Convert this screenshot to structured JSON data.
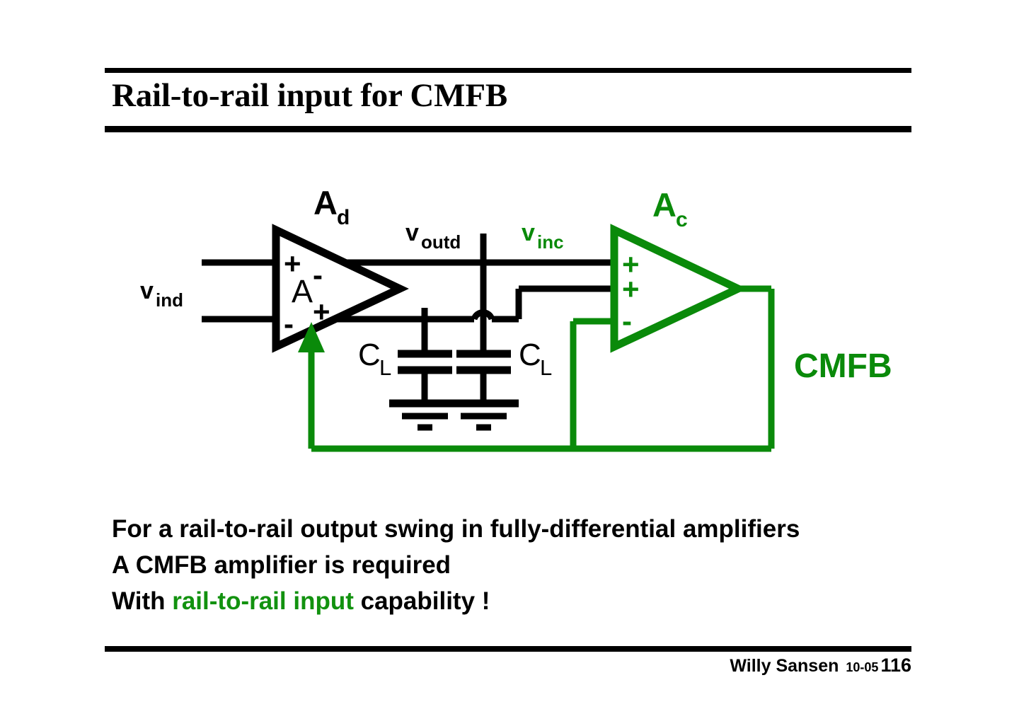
{
  "slide": {
    "title": "Rail-to-rail input for CMFB",
    "background_color": "#ffffff",
    "accent_green": "#0a8a0a",
    "text_green": "#12920f",
    "line_black": "#000000"
  },
  "diagram": {
    "name": "cmfb-amplifier-circuit",
    "labels": {
      "amp_diff_gain": {
        "base": "A",
        "sub": "d"
      },
      "amp_diff_symbol": "A",
      "amp_cm_gain": {
        "base": "A",
        "sub": "c"
      },
      "v_ind": {
        "base": "v",
        "sub": "ind"
      },
      "v_outd": {
        "base": "v",
        "sub": "outd"
      },
      "v_inc": {
        "base": "v",
        "sub": "inc"
      },
      "cap_left": {
        "base": "C",
        "sub": "L"
      },
      "cap_right": {
        "base": "C",
        "sub": "L"
      },
      "cmfb": "CMFB"
    },
    "signs": {
      "diff_in_top": "+",
      "diff_in_bottom": "-",
      "diff_out_top": "-",
      "diff_out_bottom": "+",
      "cm_in_top": "+",
      "cm_in_mid": "+",
      "cm_in_bottom": "-"
    }
  },
  "body": {
    "line1": "For a rail-to-rail output swing in fully-differential amplifiers",
    "line2": "A CMFB amplifier is required",
    "line3_pre": "With ",
    "line3_hl": "rail-to-rail input",
    "line3_post": " capability !"
  },
  "footer": {
    "author": "Willy Sansen",
    "date": "10-05",
    "page": "116"
  }
}
